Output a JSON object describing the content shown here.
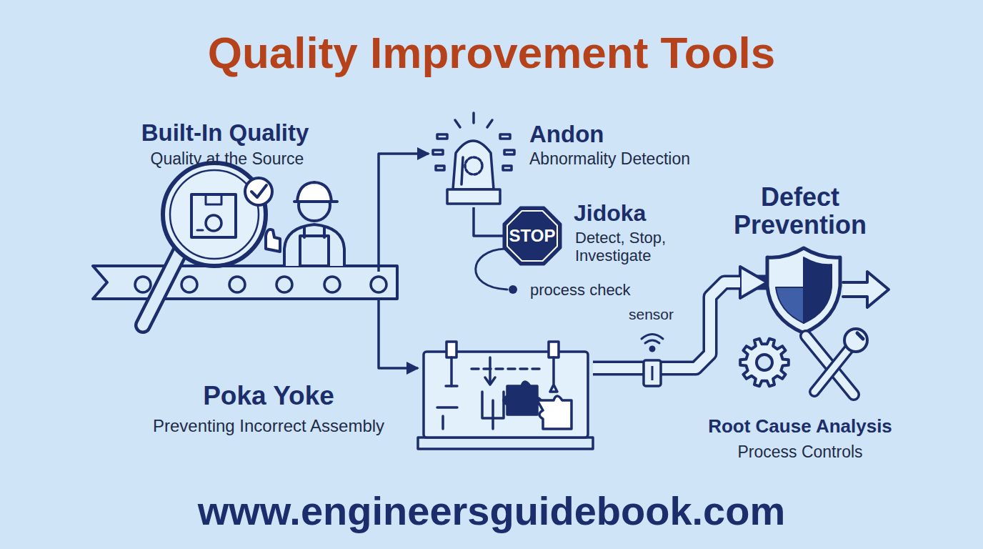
{
  "diagram": {
    "title": "Quality Improvement Tools",
    "nodes": [
      {
        "text": [
          "Built-In Quality",
          "Quality at the Source"
        ]
      },
      {
        "text": [
          "Andon",
          "Abnormality Detection"
        ]
      },
      {
        "text": [
          "Jidoka",
          "Detect, Stop, Investigate"
        ]
      },
      {
        "text": [
          "Poka Yoke",
          "Preventing Incorrect Assembly"
        ]
      },
      {
        "text": [
          "Defect Prevention"
        ]
      },
      {
        "text": [
          "Root Cause Analysis",
          "Process Controls"
        ]
      }
    ],
    "edges": [
      {
        "from": 0,
        "to": 1,
        "arrow": "to"
      },
      {
        "from": 1,
        "to": 2,
        "arrow": "none"
      },
      {
        "from": 0,
        "to": 3,
        "arrow": "to"
      },
      {
        "from": 3,
        "to": 4,
        "arrow": "to"
      }
    ],
    "labels": [
      "STOP",
      "process check",
      "sensor",
      "www.engineersguidebook.com"
    ]
  }
}
